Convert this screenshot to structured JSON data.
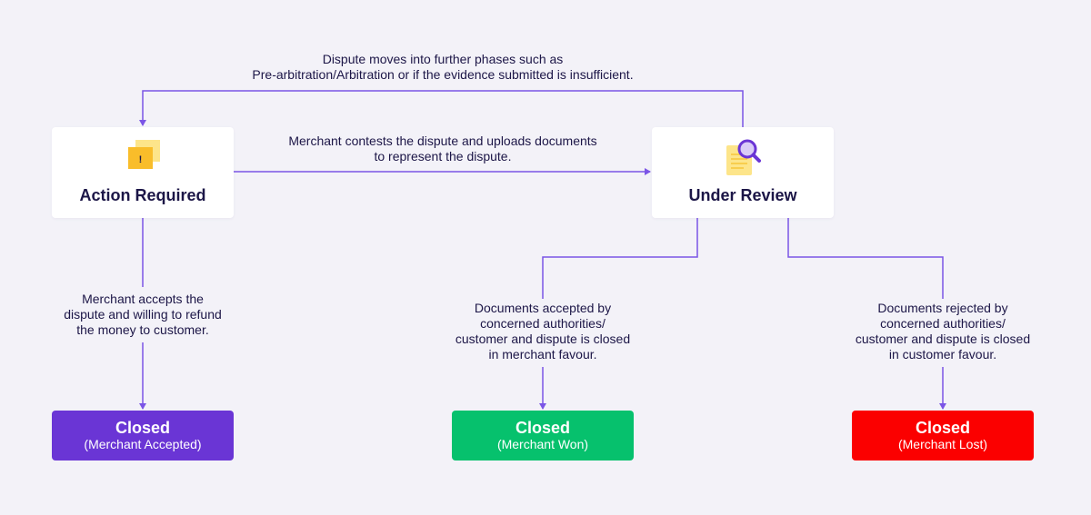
{
  "colors": {
    "connector": "#7b55e6",
    "accepted": "#6a35d5",
    "won": "#06c16d",
    "lost": "#fb0000"
  },
  "top_note": {
    "line1": "Dispute moves into further phases such as",
    "line2": "Pre-arbitration/Arbitration or if the evidence submitted is insufficient."
  },
  "contest_note": {
    "line1": "Merchant contests the dispute and uploads documents",
    "line2": "to represent the dispute."
  },
  "nodes": {
    "action_required": {
      "title": "Action Required",
      "icon": "alert-folder-icon"
    },
    "under_review": {
      "title": "Under Review",
      "icon": "document-magnifier-icon"
    }
  },
  "accept_note": {
    "line1": "Merchant accepts the",
    "line2": "dispute and willing to refund",
    "line3": "the money to customer."
  },
  "won_note": {
    "line1": "Documents accepted by",
    "line2": "concerned authorities/",
    "line3": "customer and dispute is closed",
    "line4": "in merchant favour."
  },
  "lost_note": {
    "line1": "Documents rejected by",
    "line2": "concerned authorities/",
    "line3": "customer and dispute is closed",
    "line4": "in customer favour."
  },
  "statuses": {
    "accepted": {
      "title": "Closed",
      "sub": "(Merchant Accepted)"
    },
    "won": {
      "title": "Closed",
      "sub": "(Merchant Won)"
    },
    "lost": {
      "title": "Closed",
      "sub": "(Merchant Lost)"
    }
  }
}
